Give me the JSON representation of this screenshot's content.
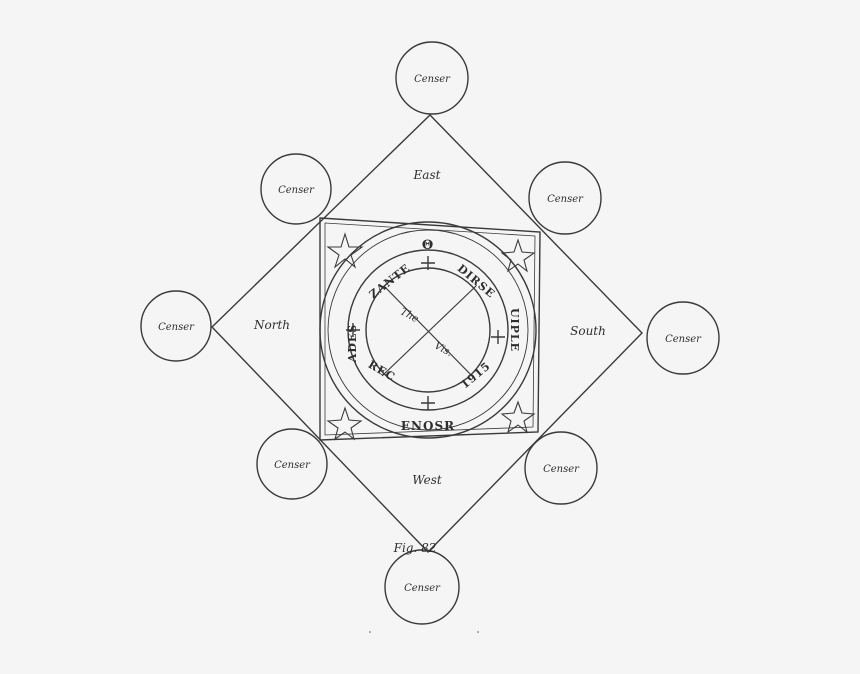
{
  "circles": [
    {
      "id": "top",
      "label": "Censer"
    },
    {
      "id": "upper-left",
      "label": "Censer"
    },
    {
      "id": "upper-right",
      "label": "Censer"
    },
    {
      "id": "left",
      "label": "Censer"
    },
    {
      "id": "right",
      "label": "Censer"
    },
    {
      "id": "lower-left",
      "label": "Censer"
    },
    {
      "id": "lower-right",
      "label": "Censer"
    },
    {
      "id": "bottom",
      "label": "Censer"
    }
  ],
  "directions": {
    "east": "East",
    "north": "North",
    "south": "South",
    "west": "West"
  },
  "ring_text": {
    "top_glyph": "Θ",
    "left": "ADES",
    "top_left": "ZANTE",
    "top_right": "DIRSE",
    "right": "UIPLE",
    "bottom_left": "REC",
    "bottom_right": "1915",
    "bottom": "ENOSR"
  },
  "inner_text": {
    "upper": "The",
    "lower": "Vis."
  },
  "figure_label": "Fig. 82"
}
